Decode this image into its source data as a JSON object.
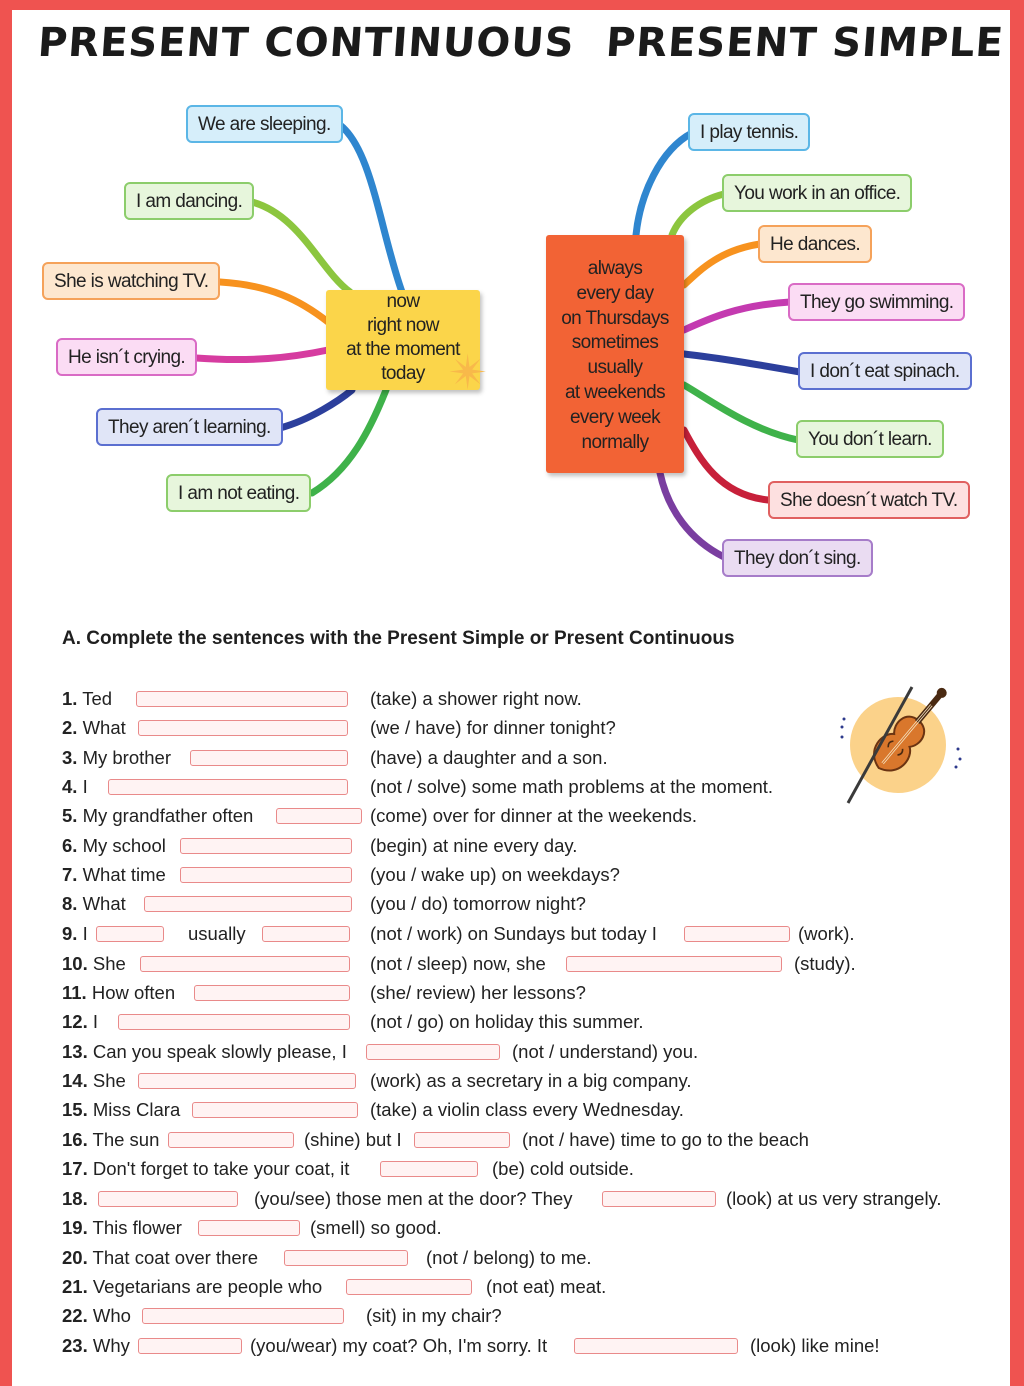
{
  "headings": {
    "continuous": "PRESENT CONTINUOUS",
    "simple": "PRESENT SIMPLE"
  },
  "continuous": {
    "examples": [
      "We are sleeping.",
      "I am dancing.",
      "She is watching TV.",
      "He isn´t crying.",
      "They aren´t learning.",
      "I am not eating."
    ],
    "time_words": [
      "now",
      "right now",
      "at the moment",
      "today"
    ]
  },
  "simple": {
    "examples": [
      "I play tennis.",
      "You work in an office.",
      "He dances.",
      "They go swimming.",
      "I don´t eat spinach.",
      "You don´t learn.",
      "She doesn´t watch TV.",
      "They don´t sing."
    ],
    "time_words": [
      "always",
      "every day",
      "on Thursdays",
      "sometimes",
      "usually",
      "at weekends",
      "every week",
      "normally"
    ]
  },
  "exercise": {
    "title": "A. Complete the sentences with the Present Simple or Present Continuous",
    "items": [
      {
        "n": "1.",
        "parts": [
          "Ted",
          "(take) a shower right now."
        ]
      },
      {
        "n": "2.",
        "parts": [
          "What",
          "(we / have) for dinner tonight?"
        ]
      },
      {
        "n": "3.",
        "parts": [
          "My brother",
          "(have) a daughter and a son."
        ]
      },
      {
        "n": "4.",
        "parts": [
          "I",
          "(not / solve) some math problems at the moment."
        ]
      },
      {
        "n": "5.",
        "parts": [
          "My grandfather often",
          "(come) over for dinner at the weekends."
        ]
      },
      {
        "n": "6.",
        "parts": [
          "My school",
          "(begin) at nine every day."
        ]
      },
      {
        "n": "7.",
        "parts": [
          "What time",
          "(you / wake up) on weekdays?"
        ]
      },
      {
        "n": "8.",
        "parts": [
          "What",
          "(you / do) tomorrow night?"
        ]
      },
      {
        "n": "9.",
        "parts": [
          "I",
          "usually",
          "(not / work) on Sundays but today I",
          "(work)."
        ]
      },
      {
        "n": "10.",
        "parts": [
          "She",
          "(not / sleep) now, she",
          "(study)."
        ]
      },
      {
        "n": "11.",
        "parts": [
          "How often",
          "(she/ review) her lessons?"
        ]
      },
      {
        "n": "12.",
        "parts": [
          "I",
          "(not / go) on holiday this summer."
        ]
      },
      {
        "n": "13.",
        "parts": [
          "Can you speak slowly please, I",
          "(not / understand) you."
        ]
      },
      {
        "n": "14.",
        "parts": [
          "She",
          "(work) as a secretary in a big company."
        ]
      },
      {
        "n": "15.",
        "parts": [
          "Miss Clara",
          "(take) a violin class every Wednesday."
        ]
      },
      {
        "n": "16.",
        "parts": [
          "The sun",
          "(shine) but I",
          "(not / have) time to go to the beach"
        ]
      },
      {
        "n": "17.",
        "parts": [
          "Don't forget to take your coat, it",
          "(be) cold outside."
        ]
      },
      {
        "n": "18.",
        "parts": [
          "(you/see) those men at the door?  They",
          "(look) at us very strangely."
        ]
      },
      {
        "n": "19.",
        "parts": [
          "This flower",
          "(smell) so good."
        ]
      },
      {
        "n": "20.",
        "parts": [
          "That coat over there",
          "(not / belong) to me."
        ]
      },
      {
        "n": "21.",
        "parts": [
          "Vegetarians are people who",
          "(not eat) meat."
        ]
      },
      {
        "n": "22.",
        "parts": [
          "Who",
          "(sit) in my chair?"
        ]
      },
      {
        "n": "23.",
        "parts": [
          "Why",
          "(you/wear) my coat? Oh, I'm sorry. It",
          "(look) like mine!"
        ]
      }
    ]
  },
  "icons": [
    "violin-icon",
    "star-icon"
  ],
  "colors": {
    "frame": "#ef5350",
    "hub_continuous": "#fbd54a",
    "hub_simple": "#f26335",
    "blank_border": "#e98a8a"
  }
}
